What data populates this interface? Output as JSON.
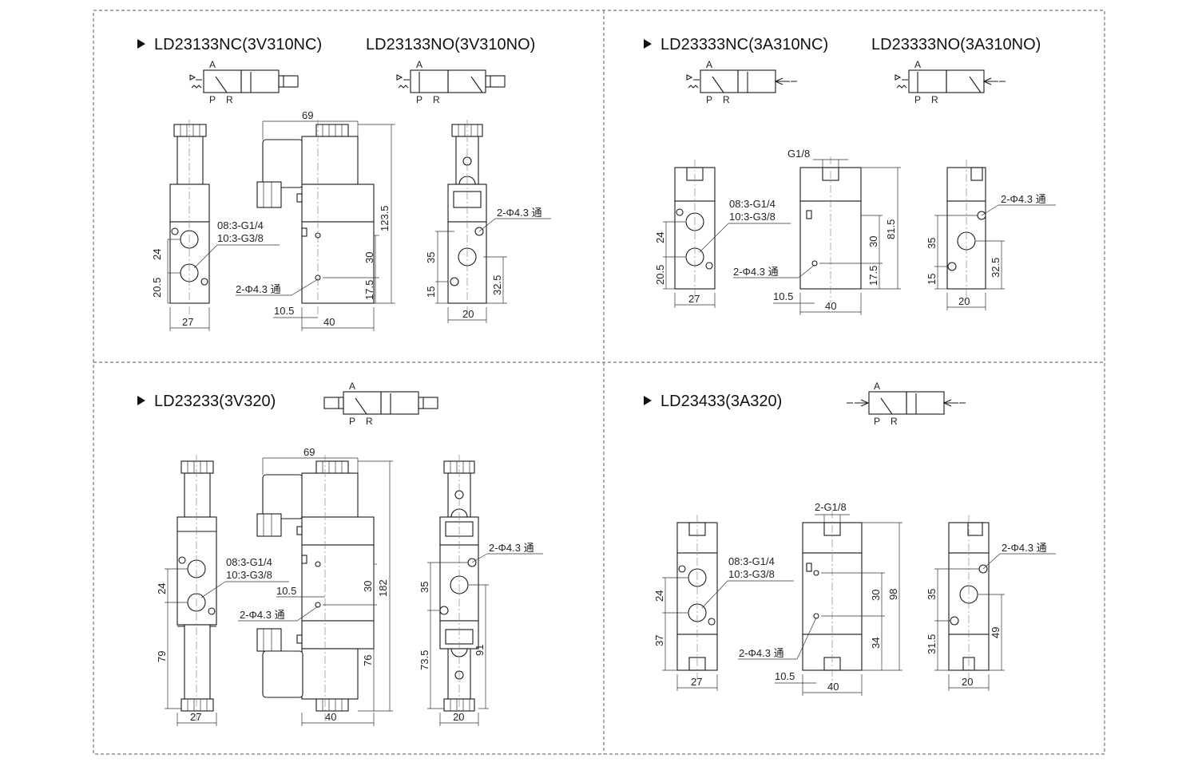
{
  "colors": {
    "line": "#1a1a1a",
    "frame": "#777777",
    "background": "#ffffff"
  },
  "icon": "play-triangle-bullet-icon",
  "panels": [
    {
      "titles": [
        "LD23133NC(3V310NC)",
        "LD23133NO(3V310NO)"
      ],
      "symbol": {
        "port_a": "A",
        "port_p": "P",
        "port_r": "R"
      },
      "dims": {
        "top_width": "69",
        "height": "123.5",
        "port_pitch": "24",
        "port_bottom": "20.5",
        "port_right": "30",
        "base_right": "17.5",
        "offset": "10.5",
        "body_w": "40",
        "face_w": "27",
        "side_35": "35",
        "side_15": "15",
        "side_32": "32.5",
        "side_w": "20"
      },
      "labels": {
        "thread1": "08:3-G1/4",
        "thread2": "10:3-G3/8",
        "mount_front": "2-Φ4.3 通",
        "mount_side": "2-Φ4.3 通"
      }
    },
    {
      "titles": [
        "LD23333NC(3A310NC)",
        "LD23333NO(3A310NO)"
      ],
      "symbol": {
        "port_a": "A",
        "port_p": "P",
        "port_r": "R"
      },
      "dims": {
        "g_top": "G1/8",
        "height": "81.5",
        "port_pitch": "24",
        "port_bottom": "20.5",
        "port_right": "30",
        "base_right": "17.5",
        "offset": "10.5",
        "body_w": "40",
        "face_w": "27",
        "side_35": "35",
        "side_15": "15",
        "side_32": "32.5",
        "side_w": "20"
      },
      "labels": {
        "thread1": "08:3-G1/4",
        "thread2": "10:3-G3/8",
        "mount_front": "2-Φ4.3 通",
        "mount_side": "2-Φ4.3 通"
      }
    },
    {
      "titles": [
        "LD23233(3V320)"
      ],
      "symbol": {
        "port_a": "A",
        "port_p": "P",
        "port_r": "R"
      },
      "dims": {
        "top_width": "69",
        "height": "182",
        "port_pitch": "24",
        "port_bottom": "79",
        "port_right": "30",
        "lower": "76",
        "offset": "10.5",
        "body_w": "40",
        "face_w": "27",
        "side_35": "35",
        "side_73": "73.5",
        "side_91": "91",
        "side_w": "20"
      },
      "labels": {
        "thread1": "08:3-G1/4",
        "thread2": "10:3-G3/8",
        "mount_front": "2-Φ4.3 通",
        "mount_side": "2-Φ4.3 通"
      }
    },
    {
      "titles": [
        "LD23433(3A320)"
      ],
      "symbol": {
        "port_a": "A",
        "port_p": "P",
        "port_r": "R"
      },
      "dims": {
        "g_top": "2-G1/8",
        "height": "98",
        "port_pitch": "24",
        "port_bottom": "37",
        "port_right": "30",
        "base_right": "34",
        "offset": "10.5",
        "body_w": "40",
        "face_w": "27",
        "side_35": "35",
        "side_31": "31.5",
        "side_49": "49",
        "side_w": "20"
      },
      "labels": {
        "thread1": "08:3-G1/4",
        "thread2": "10:3-G3/8",
        "mount_front": "2-Φ4.3 通",
        "mount_side": "2-Φ4.3 通"
      }
    }
  ]
}
